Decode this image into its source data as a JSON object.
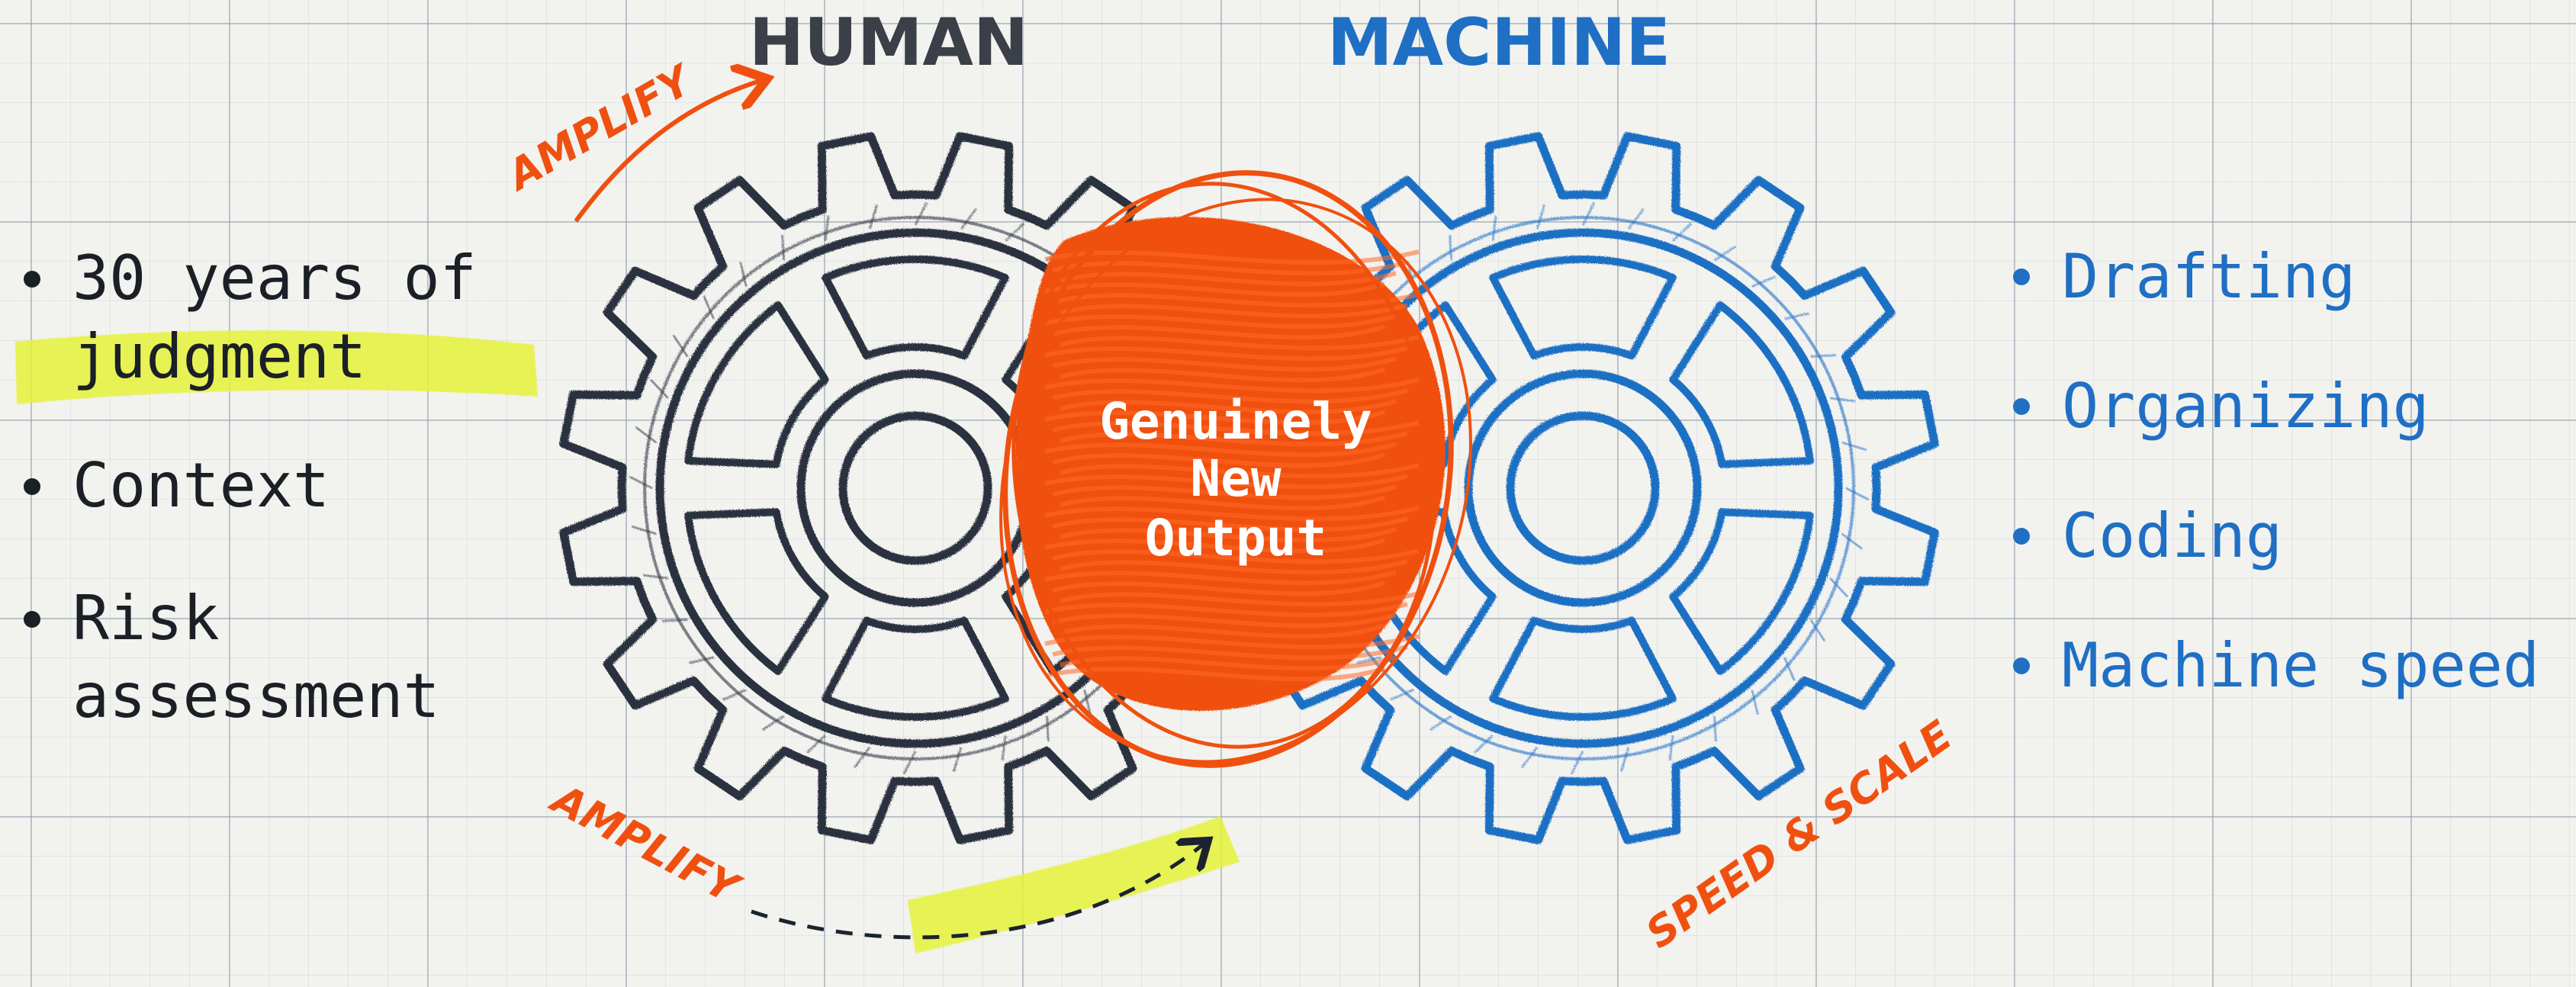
{
  "titles": {
    "human": "HUMAN",
    "machine": "MACHINE"
  },
  "center": {
    "line1": "Genuinely",
    "line2": "New",
    "line3": "Output"
  },
  "human_items": {
    "item1_line1": "30 years of",
    "item1_line2": "judgment",
    "item2": "Context",
    "item3_line1": "Risk",
    "item3_line2": "assessment"
  },
  "machine_items": {
    "item1": "Drafting",
    "item2": "Organizing",
    "item3": "Coding",
    "item4": "Machine speed"
  },
  "annotations": {
    "amplify_top": "AMPLIFY",
    "amplify_bottom": "AMPLIFY",
    "speed_scale": "SPEED & SCALE"
  },
  "colors": {
    "human": "#2c3340",
    "machine": "#1f6fc4",
    "accent": "#f0500f",
    "highlight": "#e6f23a",
    "ink": "#1b1f26"
  }
}
